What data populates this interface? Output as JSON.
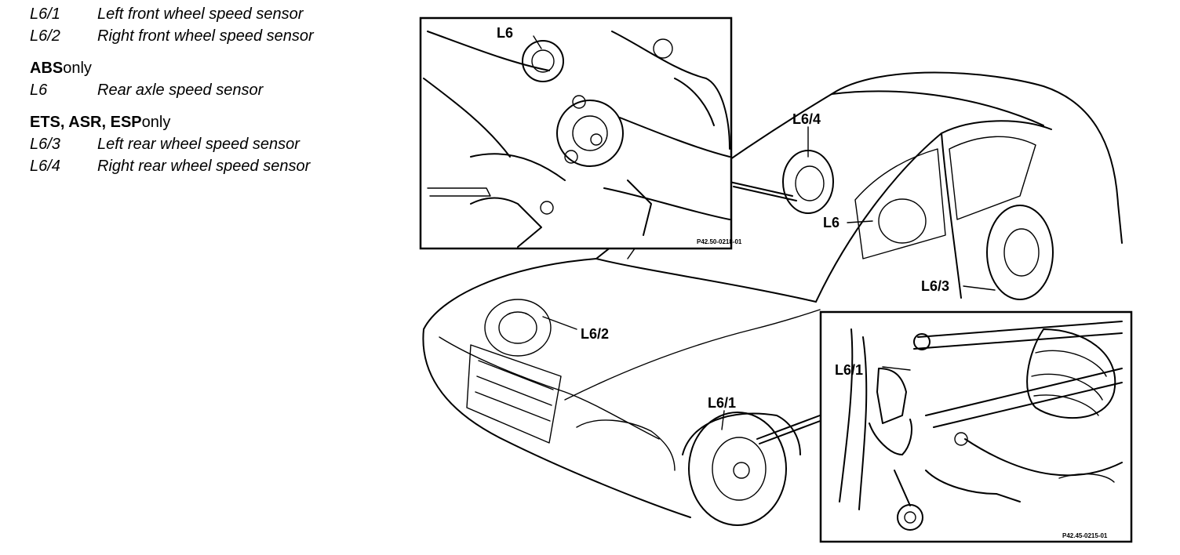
{
  "legend": {
    "wheel_sensors": [
      {
        "code": "L6/1",
        "desc": "Left front wheel speed sensor"
      },
      {
        "code": "L6/2",
        "desc": "Right front wheel speed sensor"
      }
    ],
    "abs": {
      "heading_bold": "ABS",
      "heading_rest": " only",
      "items": [
        {
          "code": "L6",
          "desc": "Rear axle speed sensor"
        }
      ]
    },
    "ets": {
      "heading_bold": "ETS, ASR, ESP",
      "heading_rest": " only",
      "items": [
        {
          "code": "L6/3",
          "desc": "Left rear wheel speed sensor"
        },
        {
          "code": "L6/4",
          "desc": "Right rear wheel speed sensor"
        }
      ]
    }
  },
  "callouts": {
    "inset_top": "L6",
    "main_l6": "L6",
    "main_l6_4": "L6/4",
    "main_l6_3": "L6/3",
    "main_l6_2": "L6/2",
    "main_l6_1": "L6/1",
    "inset_bottom": "L6/1"
  },
  "figure_codes": {
    "inset_top": "P42.50-0218-01",
    "inset_bottom": "P42.45-0215-01"
  }
}
